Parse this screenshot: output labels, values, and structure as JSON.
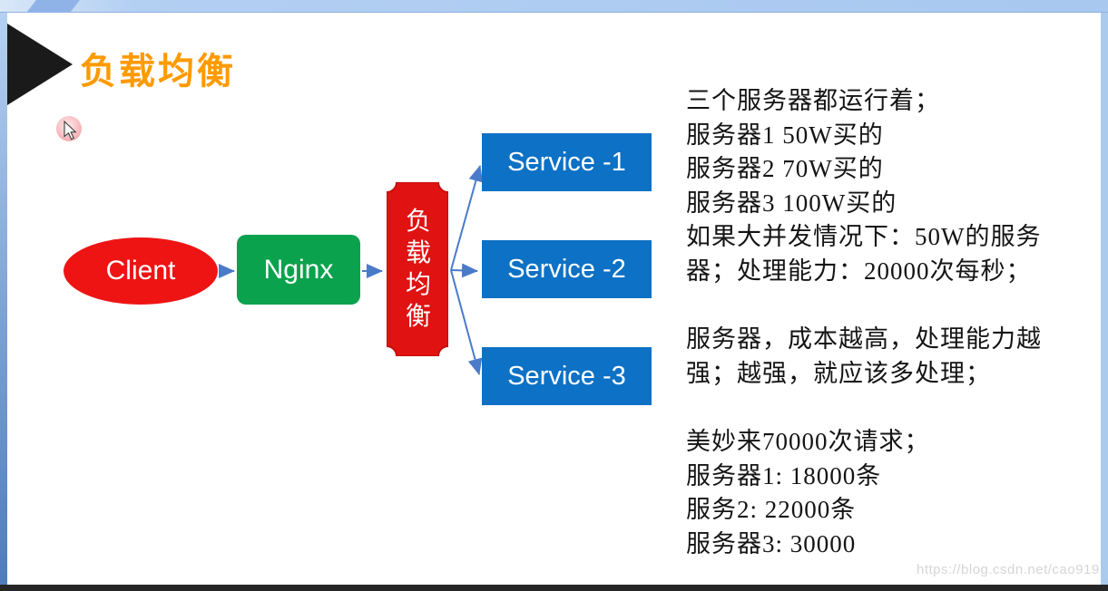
{
  "slide": {
    "title": "负载均衡",
    "watermark": "https://blog.csdn.net/cao919"
  },
  "diagram": {
    "client": "Client",
    "nginx": "Nginx",
    "balancer": "负载均衡",
    "services": [
      "Service -1",
      "Service -2",
      "Service -3"
    ]
  },
  "notes": {
    "lines": [
      "三个服务器都运行着；",
      "服务器1  50W买的",
      "服务器2  70W买的",
      "服务器3  100W买的",
      "如果大并发情况下：50W的服务",
      "器；处理能力：20000次每秒；",
      "",
      "服务器，成本越高，处理能力越",
      "强；越强，就应该多处理；",
      "",
      "美妙来70000次请求；",
      "服务器1: 18000条",
      "服务2: 22000条",
      "服务器3: 30000"
    ]
  },
  "colors": {
    "title_orange": "#ff9a00",
    "client_red": "#ee1414",
    "nginx_green": "#0ba24e",
    "service_blue": "#0d71c5",
    "balancer_red": "#e01212",
    "arrow_blue": "#4a7bc8",
    "band_blue": "#a8c8f0",
    "bottom_bar": "#262626"
  }
}
